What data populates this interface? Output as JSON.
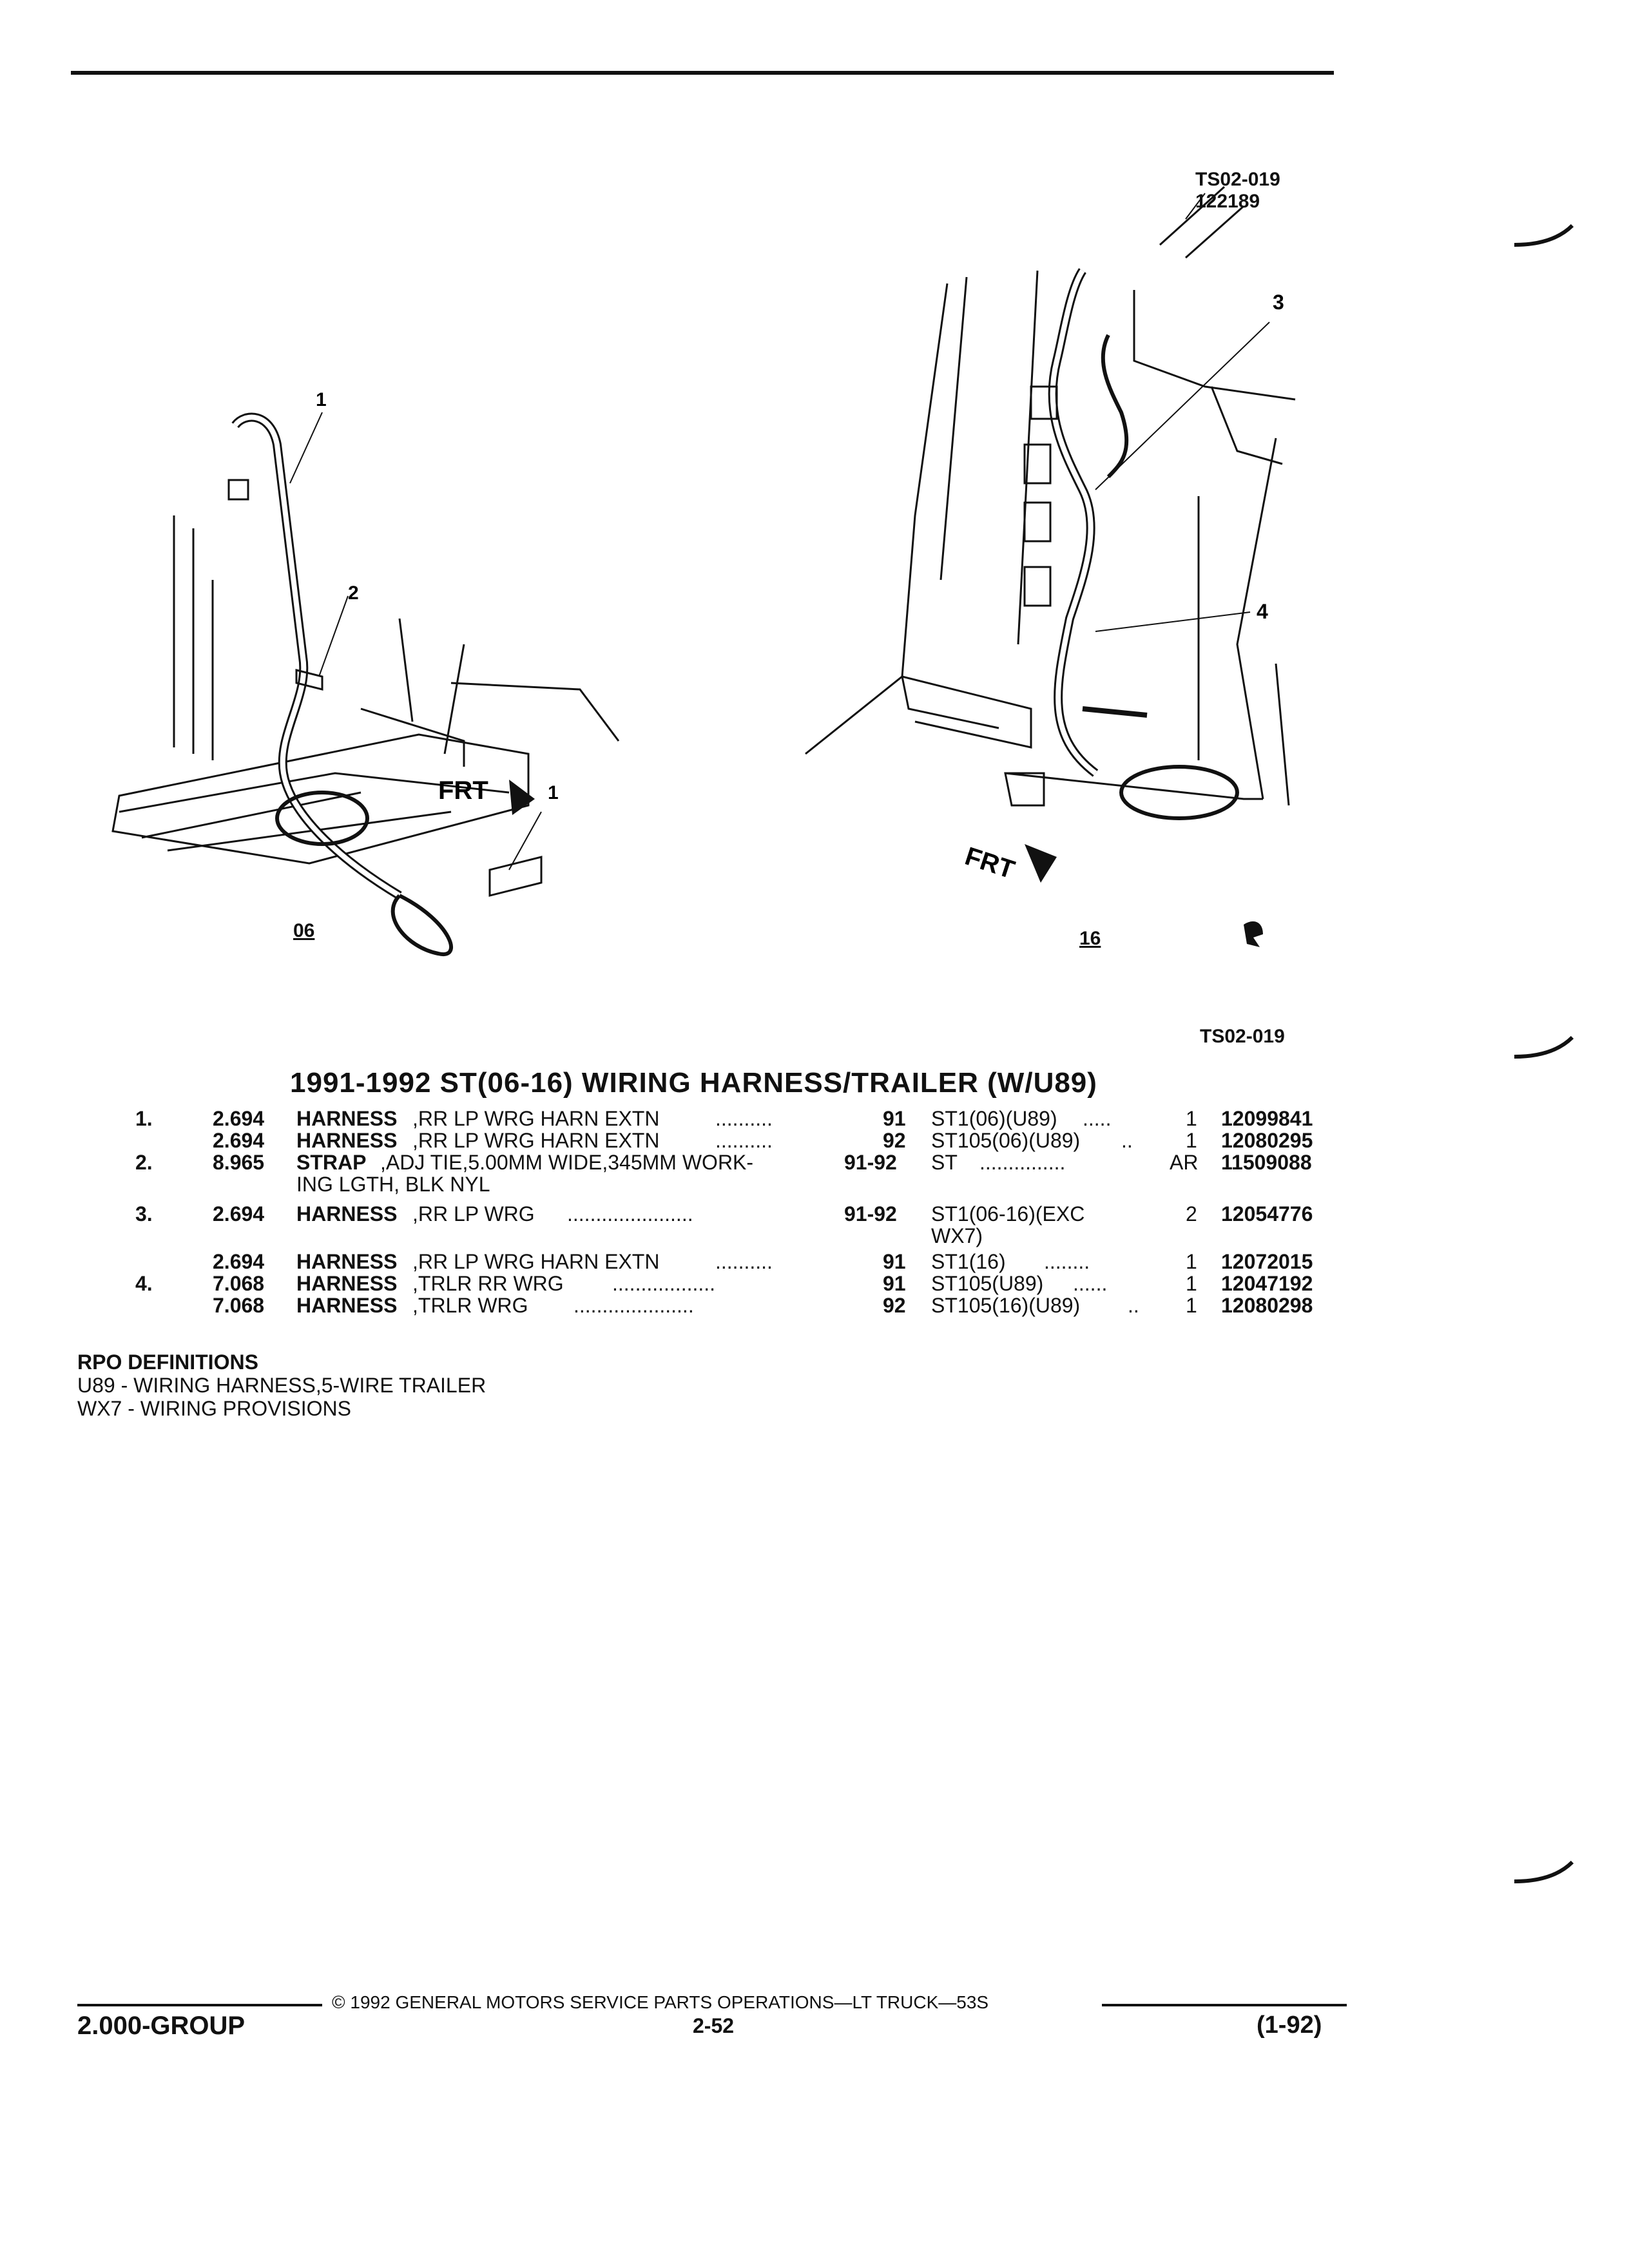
{
  "header": {
    "rule": true
  },
  "figure": {
    "code_top": "TS02-019",
    "date_code": "122189",
    "code_bottom": "TS02-019",
    "left": {
      "label": "06",
      "callouts": [
        "1",
        "2",
        "1"
      ],
      "frt": "FRT"
    },
    "right": {
      "label": "16",
      "callouts": [
        "3",
        "4"
      ],
      "frt": "FRT"
    }
  },
  "section_title": "1991-1992 ST(06-16) WIRING HARNESS/TRAILER (W/U89)",
  "parts": [
    {
      "item": "1.",
      "group": "2.694",
      "name": "HARNESS",
      "desc": ",RR LP WRG HARN EXTN",
      "dots": "..........",
      "year": "91",
      "app": "ST1(06)(U89)",
      "dots2": ".....",
      "qty": "1",
      "part": "12099841"
    },
    {
      "item": "",
      "group": "2.694",
      "name": "HARNESS",
      "desc": ",RR LP WRG HARN EXTN",
      "dots": "..........",
      "year": "92",
      "app": "ST105(06)(U89)",
      "dots2": "..",
      "qty": "1",
      "part": "12080295"
    },
    {
      "item": "2.",
      "group": "8.965",
      "name": "STRAP",
      "desc": ",ADJ TIE,5.00MM WIDE,345MM WORK-",
      "dots": "",
      "year": "91-92",
      "app": "ST",
      "dots2": "...............",
      "qty": "AR",
      "part": "11509088"
    },
    {
      "item": "",
      "group": "",
      "name": "",
      "desc": "ING LGTH, BLK NYL",
      "dots": "",
      "year": "",
      "app": "",
      "dots2": "",
      "qty": "",
      "part": ""
    },
    {
      "item": "3.",
      "group": "2.694",
      "name": "HARNESS",
      "desc": ",RR LP WRG",
      "dots": "......................",
      "year": "91-92",
      "app": "ST1(06-16)(EXC",
      "dots2": "",
      "qty": "2",
      "part": "12054776"
    },
    {
      "item": "",
      "group": "",
      "name": "",
      "desc": "",
      "dots": "",
      "year": "",
      "app": "WX7)",
      "dots2": "",
      "qty": "",
      "part": ""
    },
    {
      "item": "",
      "group": "2.694",
      "name": "HARNESS",
      "desc": ",RR LP WRG HARN EXTN",
      "dots": "..........",
      "year": "91",
      "app": "ST1(16)",
      "dots2": "........",
      "qty": "1",
      "part": "12072015"
    },
    {
      "item": "4.",
      "group": "7.068",
      "name": "HARNESS",
      "desc": ",TRLR RR WRG",
      "dots": "..................",
      "year": "91",
      "app": "ST105(U89)",
      "dots2": "......",
      "qty": "1",
      "part": "12047192"
    },
    {
      "item": "",
      "group": "7.068",
      "name": "HARNESS",
      "desc": ",TRLR WRG",
      "dots": ".....................",
      "year": "92",
      "app": "ST105(16)(U89)",
      "dots2": "..",
      "qty": "1",
      "part": "12080298"
    }
  ],
  "rpo": {
    "heading": "RPO DEFINITIONS",
    "items": [
      "U89 - WIRING HARNESS,5-WIRE TRAILER",
      "WX7 - WIRING PROVISIONS"
    ]
  },
  "footer": {
    "copyright": "© 1992 GENERAL MOTORS SERVICE PARTS OPERATIONS—LT TRUCK—53S",
    "group": "2.000-GROUP",
    "page": "2-52",
    "date": "(1-92)"
  }
}
